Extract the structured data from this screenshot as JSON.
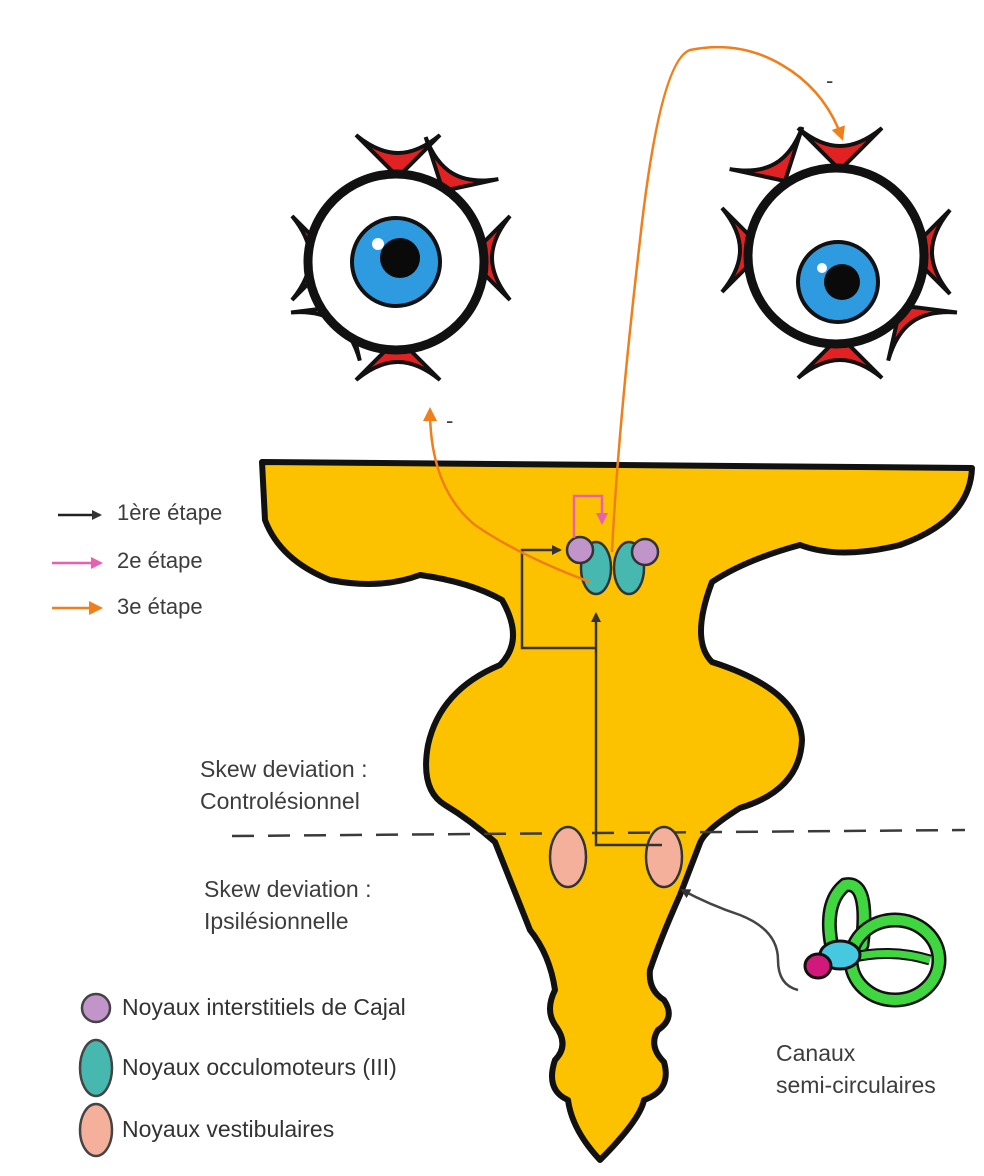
{
  "steps": [
    {
      "label": "1ère étape",
      "color": "#222222"
    },
    {
      "label": "2e étape",
      "color": "#ea5fb0"
    },
    {
      "label": "3e étape",
      "color": "#ef7f1a"
    }
  ],
  "regions": {
    "contra_line1": "Skew deviation :",
    "contra_line2": "Controlésionnel",
    "ipsi_line1": "Skew deviation :",
    "ipsi_line2": "Ipsilésionnelle"
  },
  "legend": [
    {
      "label": "Noyaux interstitiels de Cajal",
      "color": "#c195c9"
    },
    {
      "label": "Noyaux occulomoteurs (III)",
      "color": "#46b8b0"
    },
    {
      "label": "Noyaux vestibulaires",
      "color": "#f4b09b"
    }
  ],
  "canals": {
    "line1": "Canaux",
    "line2": "semi-circulaires"
  },
  "minus_marks": [
    "-",
    "-"
  ],
  "colors": {
    "brainstem": "#fcc200",
    "muscle": "#e22222",
    "iris": "#2e9be0",
    "canal": "#3fd63f",
    "black_arrow": "#333333",
    "pink_arrow": "#ea5fb0",
    "orange_arrow": "#ef7f1a"
  }
}
